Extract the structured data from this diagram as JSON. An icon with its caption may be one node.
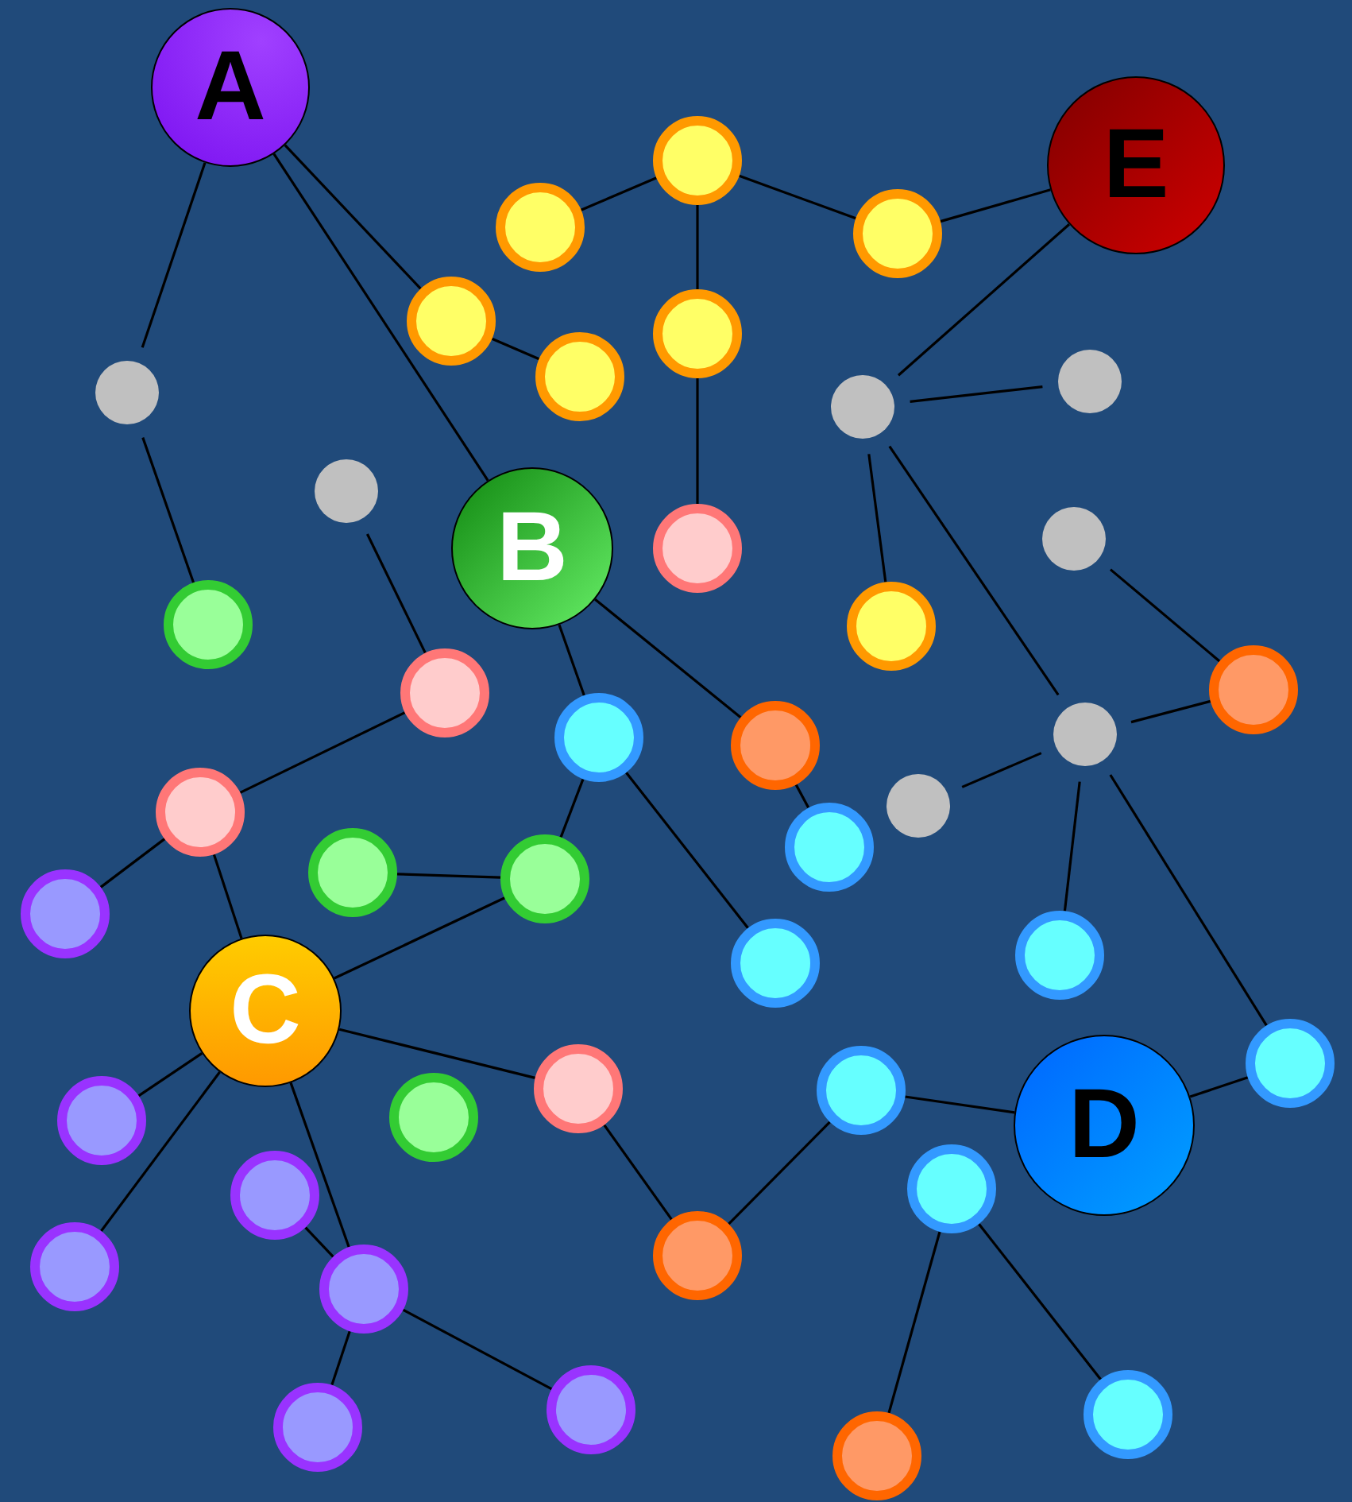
{
  "diagram": {
    "nodes": [
      {
        "text": [
          "A"
        ]
      },
      {
        "text": [
          "E"
        ]
      },
      {
        "text": [
          "B"
        ]
      },
      {
        "text": [
          "C"
        ]
      },
      {
        "text": [
          "D"
        ]
      },
      {
        "text": [],
        "shape": "circle"
      },
      {
        "text": [],
        "shape": "circle"
      },
      {
        "text": [],
        "shape": "circle"
      },
      {
        "text": [],
        "shape": "circle"
      },
      {
        "text": [],
        "shape": "circle"
      },
      {
        "text": [],
        "shape": "circle"
      },
      {
        "text": [],
        "shape": "circle"
      },
      {
        "text": [],
        "shape": "circle"
      },
      {
        "text": [],
        "shape": "circle"
      },
      {
        "text": [],
        "shape": "circle"
      },
      {
        "text": [],
        "shape": "circle"
      },
      {
        "text": [],
        "shape": "circle"
      },
      {
        "text": [],
        "shape": "circle"
      },
      {
        "text": [],
        "shape": "circle"
      },
      {
        "text": [],
        "shape": "circle"
      },
      {
        "text": [],
        "shape": "circle"
      },
      {
        "text": [],
        "shape": "circle"
      },
      {
        "text": [],
        "shape": "circle"
      },
      {
        "text": [],
        "shape": "circle"
      },
      {
        "text": [],
        "shape": "circle"
      },
      {
        "text": [],
        "shape": "circle"
      },
      {
        "text": [],
        "shape": "circle"
      },
      {
        "text": [],
        "shape": "circle"
      },
      {
        "text": [],
        "shape": "circle"
      },
      {
        "text": [],
        "shape": "circle"
      },
      {
        "text": [],
        "shape": "circle"
      },
      {
        "text": [],
        "shape": "circle"
      },
      {
        "text": [],
        "shape": "circle"
      },
      {
        "text": [],
        "shape": "circle"
      },
      {
        "text": [],
        "shape": "circle"
      },
      {
        "text": [],
        "shape": "circle"
      },
      {
        "text": [],
        "shape": "circle"
      },
      {
        "text": [],
        "shape": "circle"
      },
      {
        "text": [],
        "shape": "circle"
      },
      {
        "text": [],
        "shape": "circle"
      },
      {
        "text": [],
        "shape": "circle"
      },
      {
        "text": [],
        "shape": "circle"
      },
      {
        "text": [],
        "shape": "circle"
      },
      {
        "text": [],
        "shape": "circle"
      },
      {
        "text": [],
        "shape": "circle"
      },
      {
        "text": [],
        "shape": "circle"
      }
    ],
    "edges": [
      {
        "from": 0,
        "to": 5,
        "arrow": "none"
      },
      {
        "from": 5,
        "to": 6,
        "arrow": "none"
      },
      {
        "from": 0,
        "to": 10,
        "arrow": "none"
      },
      {
        "from": 10,
        "to": 11,
        "arrow": "none"
      },
      {
        "from": 0,
        "to": 2,
        "arrow": "none"
      },
      {
        "from": 7,
        "to": 8,
        "arrow": "none"
      },
      {
        "from": 8,
        "to": 9,
        "arrow": "none"
      },
      {
        "from": 9,
        "to": 1,
        "arrow": "none"
      },
      {
        "from": 8,
        "to": 12,
        "arrow": "none"
      },
      {
        "from": 12,
        "to": 13,
        "arrow": "none"
      },
      {
        "from": 1,
        "to": 14,
        "arrow": "none"
      },
      {
        "from": 14,
        "to": 15,
        "arrow": "none"
      },
      {
        "from": 14,
        "to": 16,
        "arrow": "none"
      },
      {
        "from": 14,
        "to": 23,
        "arrow": "none"
      },
      {
        "from": 19,
        "to": 20,
        "arrow": "none"
      },
      {
        "from": 20,
        "to": 23,
        "arrow": "none"
      },
      {
        "from": 23,
        "to": 24,
        "arrow": "none"
      },
      {
        "from": 23,
        "to": 31,
        "arrow": "none"
      },
      {
        "from": 23,
        "to": 32,
        "arrow": "none"
      },
      {
        "from": 17,
        "to": 18,
        "arrow": "none"
      },
      {
        "from": 18,
        "to": 26,
        "arrow": "none"
      },
      {
        "from": 26,
        "to": 29,
        "arrow": "none"
      },
      {
        "from": 26,
        "to": 3,
        "arrow": "none"
      },
      {
        "from": 2,
        "to": 21,
        "arrow": "none"
      },
      {
        "from": 2,
        "to": 22,
        "arrow": "none"
      },
      {
        "from": 22,
        "to": 25,
        "arrow": "none"
      },
      {
        "from": 21,
        "to": 28,
        "arrow": "none"
      },
      {
        "from": 21,
        "to": 30,
        "arrow": "none"
      },
      {
        "from": 27,
        "to": 28,
        "arrow": "none"
      },
      {
        "from": 28,
        "to": 3,
        "arrow": "none"
      },
      {
        "from": 3,
        "to": 36,
        "arrow": "none"
      },
      {
        "from": 3,
        "to": 39,
        "arrow": "none"
      },
      {
        "from": 3,
        "to": 34,
        "arrow": "none"
      },
      {
        "from": 3,
        "to": 41,
        "arrow": "none"
      },
      {
        "from": 38,
        "to": 41,
        "arrow": "none"
      },
      {
        "from": 41,
        "to": 43,
        "arrow": "none"
      },
      {
        "from": 41,
        "to": 44,
        "arrow": "none"
      },
      {
        "from": 34,
        "to": 40,
        "arrow": "none"
      },
      {
        "from": 40,
        "to": 33,
        "arrow": "none"
      },
      {
        "from": 33,
        "to": 4,
        "arrow": "none"
      },
      {
        "from": 4,
        "to": 32,
        "arrow": "none"
      },
      {
        "from": 37,
        "to": 42,
        "arrow": "none"
      },
      {
        "from": 37,
        "to": 45,
        "arrow": "none"
      }
    ]
  }
}
